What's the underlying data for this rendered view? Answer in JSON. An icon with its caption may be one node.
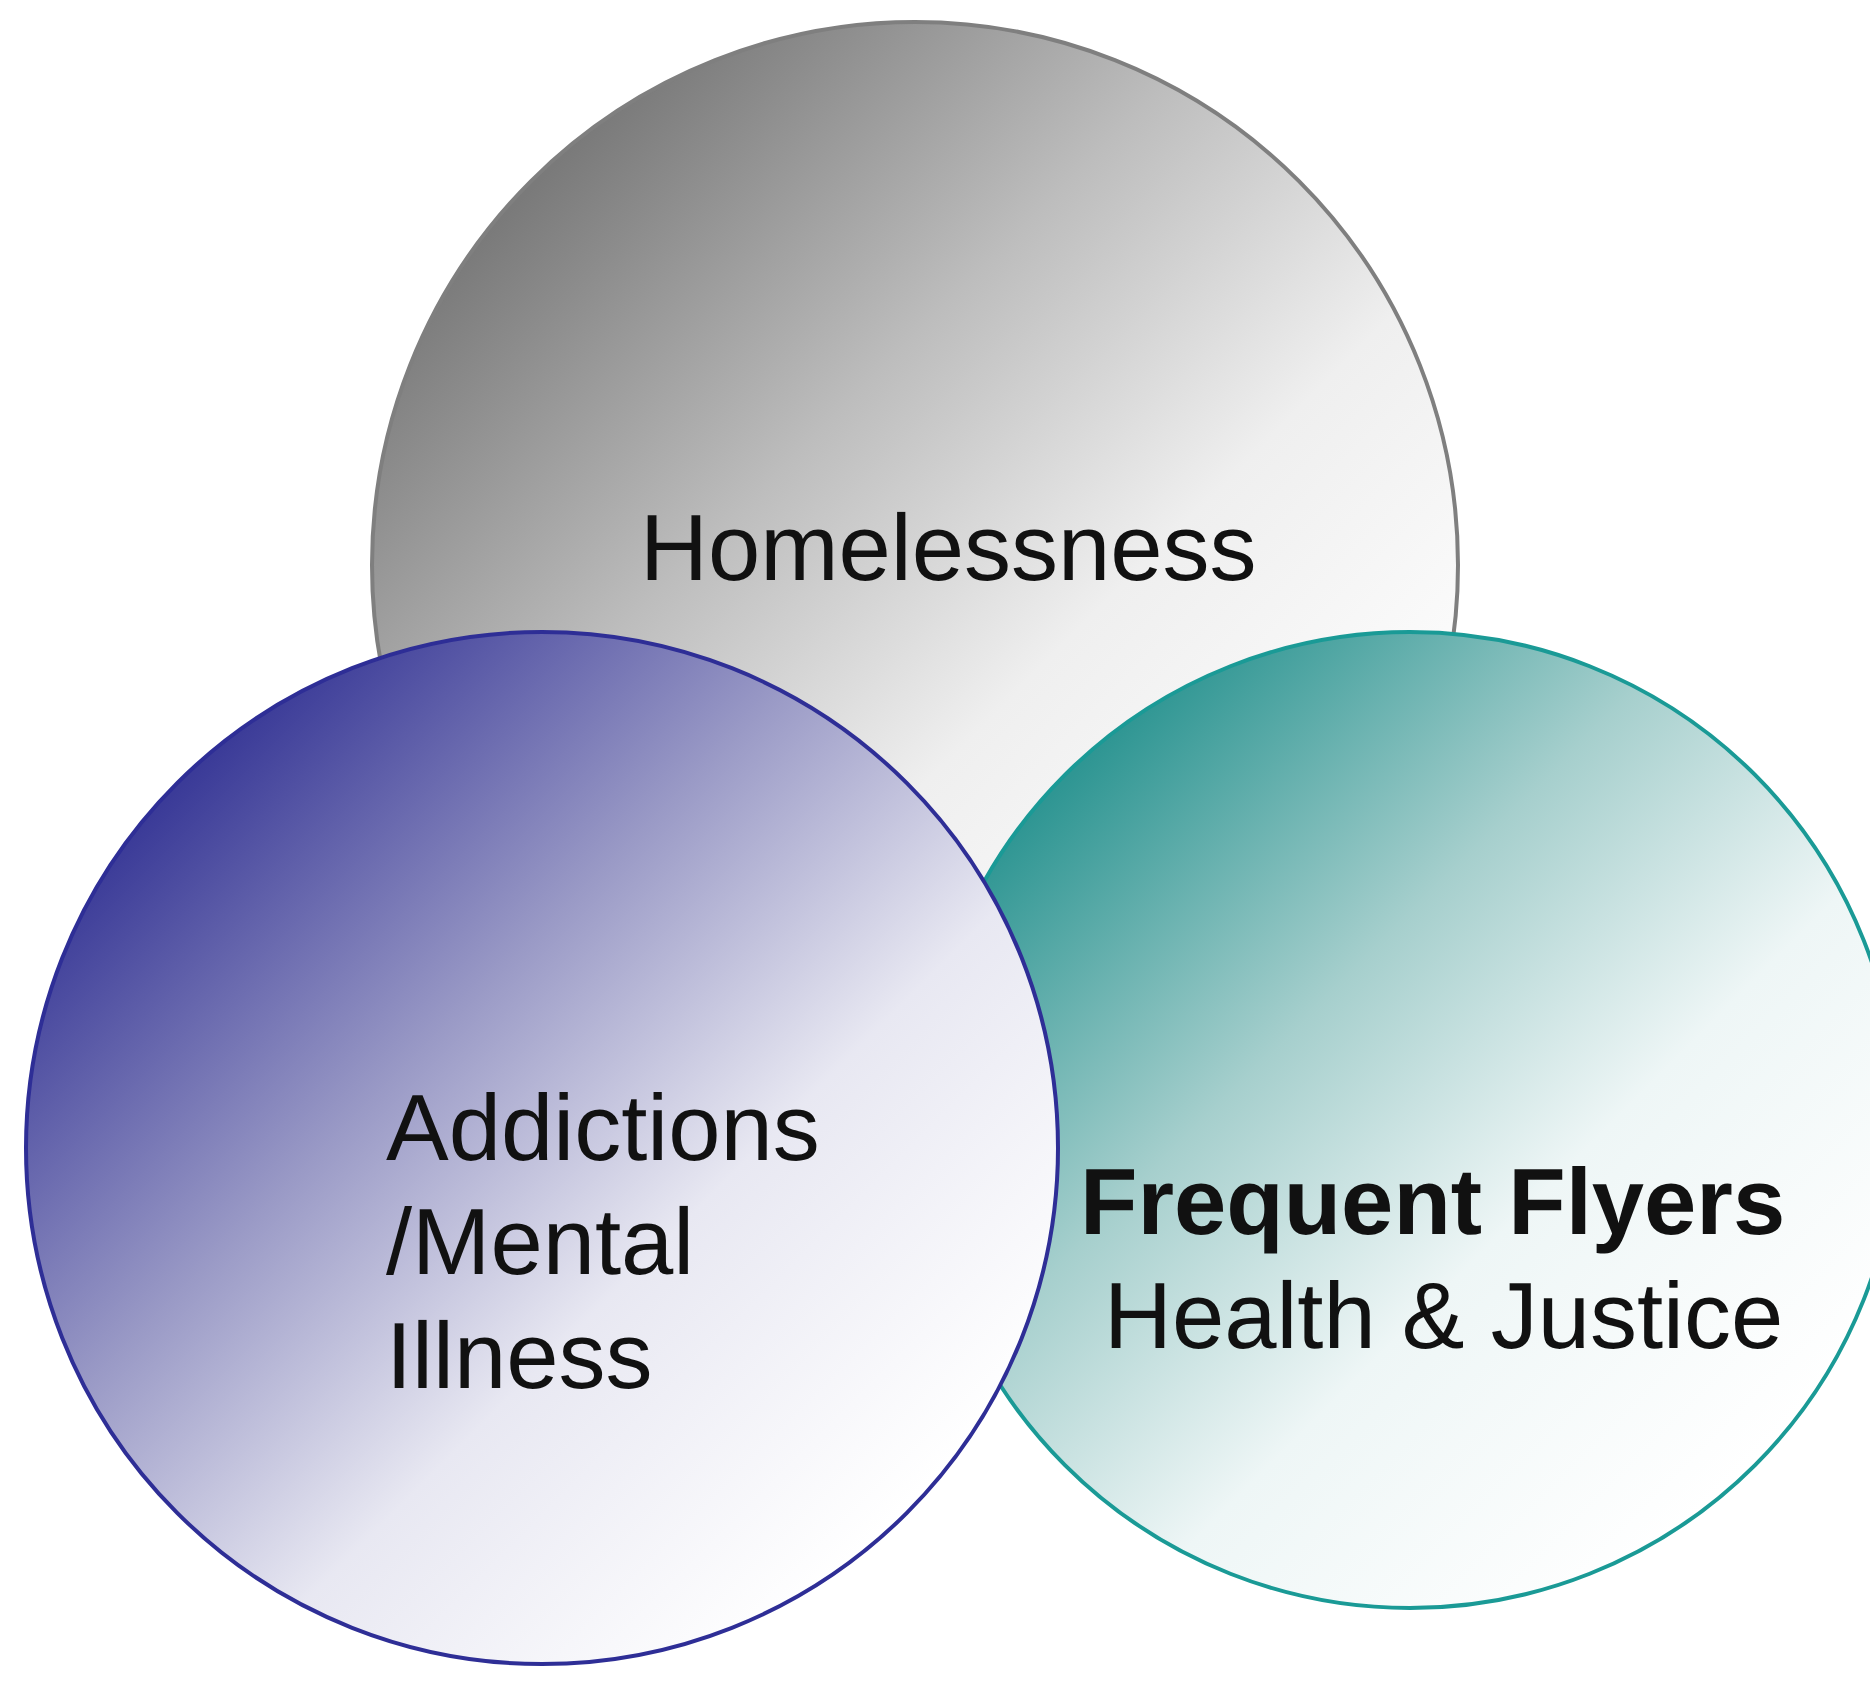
{
  "diagram": {
    "nodes": [
      {
        "text": [
          "Homelessness"
        ]
      },
      {
        "text": [
          "Addictions /Mental Illness"
        ]
      },
      {
        "text": [
          "Frequent Flyers",
          "Health & Justice"
        ]
      }
    ]
  }
}
